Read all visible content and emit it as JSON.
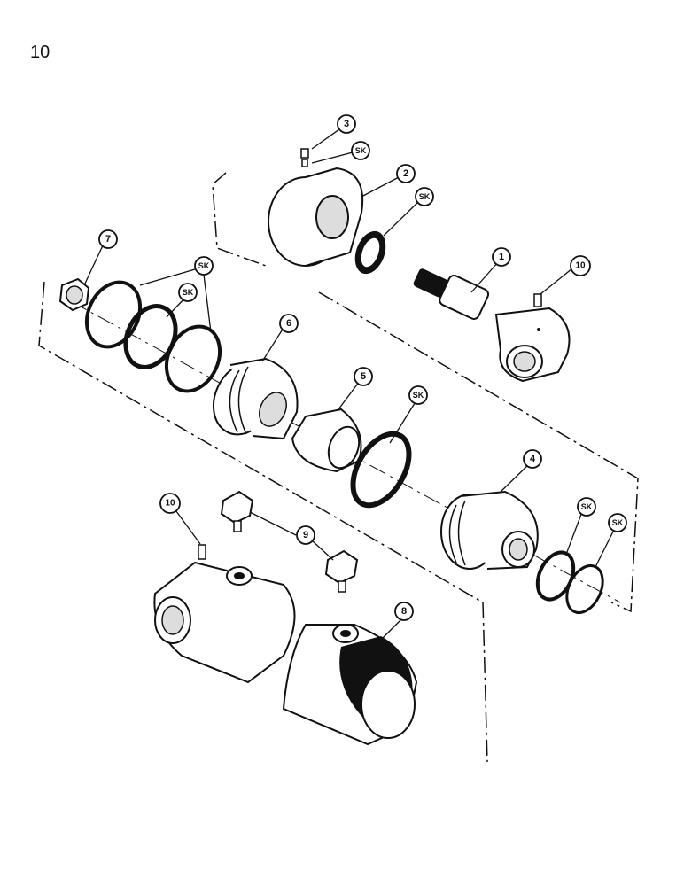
{
  "page": {
    "number": "10"
  },
  "callouts": {
    "c3": "3",
    "c2": "2",
    "c1": "1",
    "c10a": "10",
    "c7": "7",
    "c6": "6",
    "c5": "5",
    "c4": "4",
    "c10b": "10",
    "c9": "9",
    "c8": "8",
    "sk": "SK"
  }
}
